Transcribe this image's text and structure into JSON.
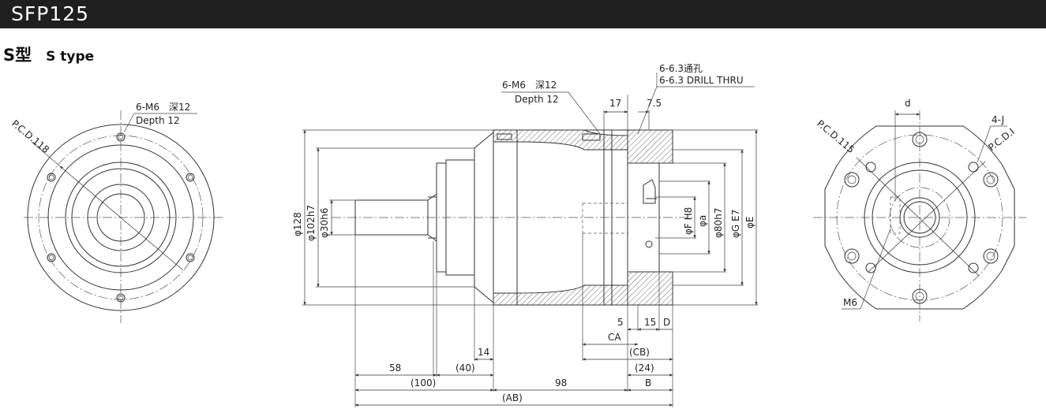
{
  "header": {
    "title": "SFP125"
  },
  "subtitle": {
    "jp": "S型",
    "en": "S type"
  },
  "colors": {
    "header_bg": "#1f1f1f",
    "header_text": "#ffffff",
    "line": "#333333"
  },
  "left_view": {
    "tap_label": "6-M6　深12",
    "tap_depth": "Depth 12",
    "pcd": "P.C.D.118"
  },
  "side_view": {
    "tap_label": "6-M6　深12",
    "tap_depth": "Depth 12",
    "drill_jp": "6-6.3通孔",
    "drill_en": "6-6.3 DRILL THRU",
    "dims": {
      "d17": "17",
      "d7_5": "7.5",
      "phi128": "φ128",
      "phi102": "φ102h7",
      "phi30": "φ30h6",
      "phi_a": "φa",
      "phi_f": "φF H8",
      "phi80": "φ80h7",
      "phi_g": "φG E7",
      "phi_e": "φE",
      "d5": "5",
      "d15": "15",
      "D": "D",
      "CA": "CA",
      "CB": "(CB)",
      "d24": "(24)",
      "d14": "14",
      "d58": "58",
      "d40": "(40)",
      "d100": "(100)",
      "d98": "98",
      "B": "B",
      "AB": "(AB)"
    }
  },
  "right_view": {
    "d": "d",
    "holes": "4-J",
    "pcd115": "P.C.D.115",
    "pcdI": "P.C.D.I",
    "m6": "M6"
  }
}
